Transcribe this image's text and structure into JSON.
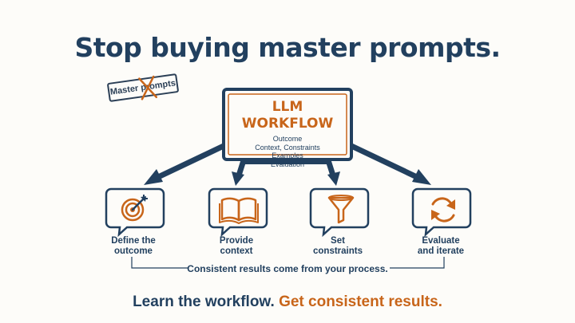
{
  "headline": "Stop buying master prompts.",
  "stamp": {
    "text": "Master prompts"
  },
  "central": {
    "title_line1": "LLM",
    "title_line2": "WORKFLOW",
    "items": [
      "Outcome",
      "Context, Constraints",
      "Examples",
      "Evaluation"
    ]
  },
  "steps": [
    {
      "line1": "Define the",
      "line2": "outcome",
      "icon": "target-icon"
    },
    {
      "line1": "Provide",
      "line2": "context",
      "icon": "book-icon"
    },
    {
      "line1": "Set",
      "line2": "constraints",
      "icon": "funnel-icon"
    },
    {
      "line1": "Evaluate",
      "line2": "and iterate",
      "icon": "refresh-icon"
    }
  ],
  "bracket_text": "Consistent results come from your process.",
  "tagline": {
    "part1": "Learn the workflow.",
    "part2": "Get consistent results."
  },
  "colors": {
    "navy": "#22405f",
    "orange": "#c8651a",
    "background": "#fdfcf9"
  }
}
